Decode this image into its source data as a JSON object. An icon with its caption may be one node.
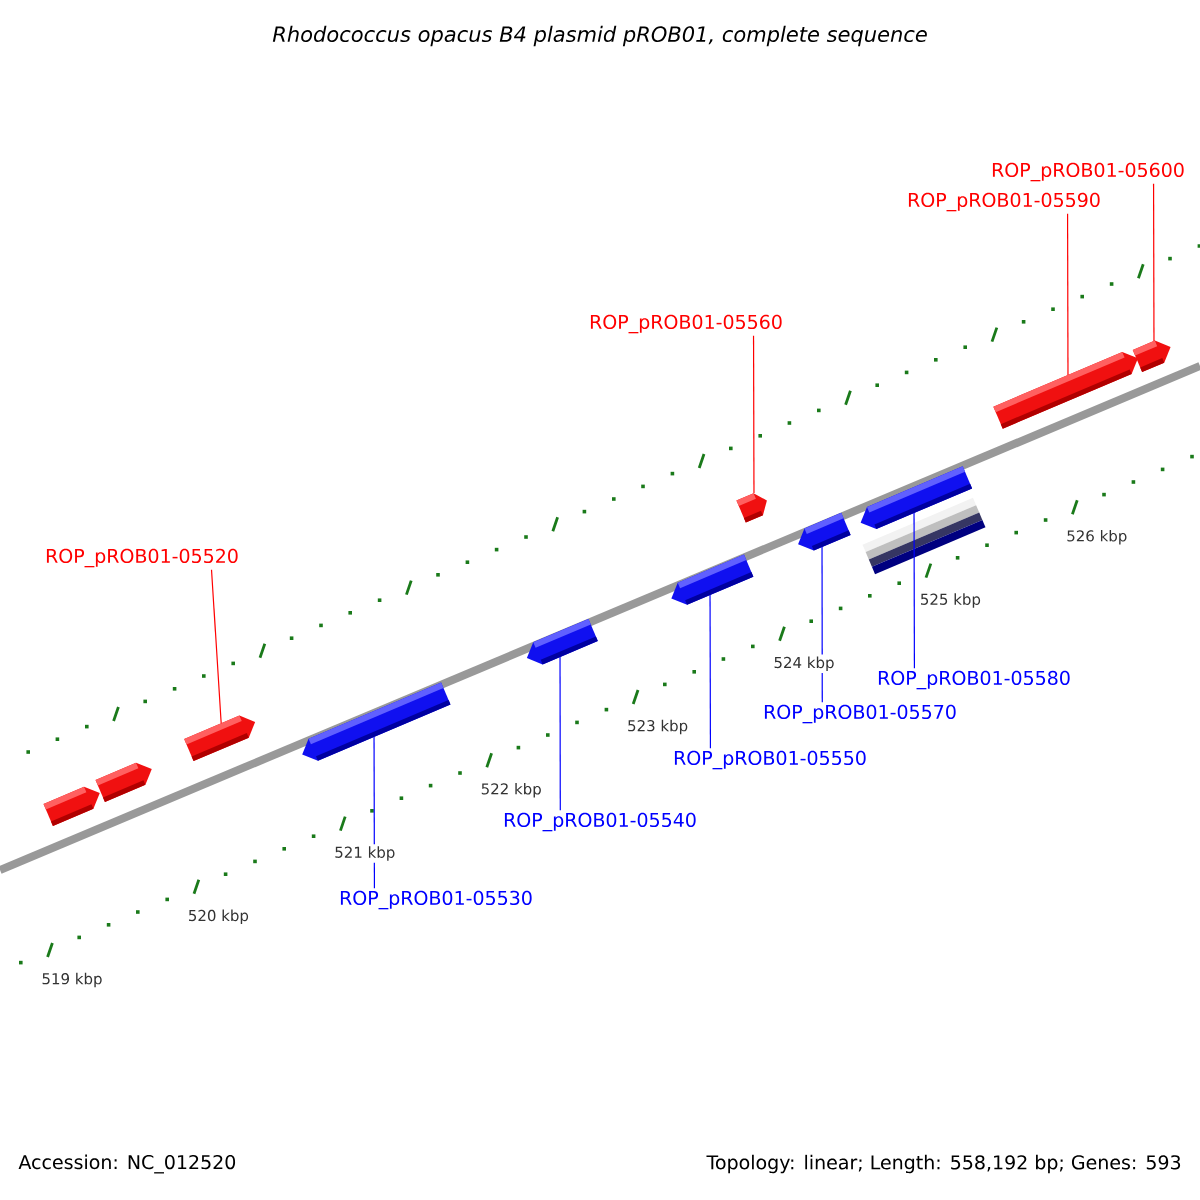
{
  "diagram": {
    "title": "Rhodococcus opacus B4 plasmid pROB01, complete sequence",
    "nodes": [
      {
        "text": [
          "ROP_pROB01-05600"
        ]
      },
      {
        "text": [
          "ROP_pROB01-05590"
        ]
      },
      {
        "text": [
          "ROP_pROB01-05560"
        ]
      },
      {
        "text": [
          "ROP_pROB01-05520"
        ]
      },
      {
        "text": [
          "ROP_pROB01-05580"
        ]
      },
      {
        "text": [
          "ROP_pROB01-05570"
        ]
      },
      {
        "text": [
          "ROP_pROB01-05550"
        ]
      },
      {
        "text": [
          "ROP_pROB01-05540"
        ]
      },
      {
        "text": [
          "ROP_pROB01-05530"
        ]
      },
      {
        "text": [],
        "shape": "pentagon"
      },
      {
        "text": [],
        "shape": "pentagon"
      },
      {
        "text": [],
        "shape": "pentagon"
      },
      {
        "text": [],
        "shape": "pentagon"
      },
      {
        "text": [],
        "shape": "pentagon"
      },
      {
        "text": [],
        "shape": "pentagon"
      },
      {
        "text": [],
        "shape": "pentagon"
      },
      {
        "text": [],
        "shape": "pentagon"
      },
      {
        "text": [],
        "shape": "pentagon"
      },
      {
        "text": [],
        "shape": "bar"
      },
      {
        "text": [],
        "shape": "pentagon"
      },
      {
        "text": [],
        "shape": "pentagon"
      }
    ],
    "edges": [
      {
        "from": 0,
        "to": 20,
        "arrow": "none",
        "color": "#ff0000"
      },
      {
        "from": 1,
        "to": 19,
        "arrow": "none",
        "color": "#ff0000"
      },
      {
        "from": 2,
        "to": 15,
        "arrow": "none",
        "color": "#ff0000"
      },
      {
        "from": 3,
        "to": 11,
        "arrow": "none",
        "color": "#ff0000"
      },
      {
        "from": 4,
        "to": 17,
        "arrow": "none"
      },
      {
        "from": 5,
        "to": 16,
        "arrow": "none"
      },
      {
        "from": 6,
        "to": 14,
        "arrow": "none"
      },
      {
        "from": 7,
        "to": 13,
        "arrow": "none"
      },
      {
        "from": 8,
        "to": 12,
        "arrow": "none"
      }
    ],
    "labels": [
      "519 kbp",
      "520 kbp",
      "521 kbp",
      "522 kbp",
      "523 kbp",
      "524 kbp",
      "525 kbp",
      "526 kbp",
      "Accession: NC_012520",
      "Topology: linear; Length: 558,192 bp; Genes: 593"
    ]
  }
}
